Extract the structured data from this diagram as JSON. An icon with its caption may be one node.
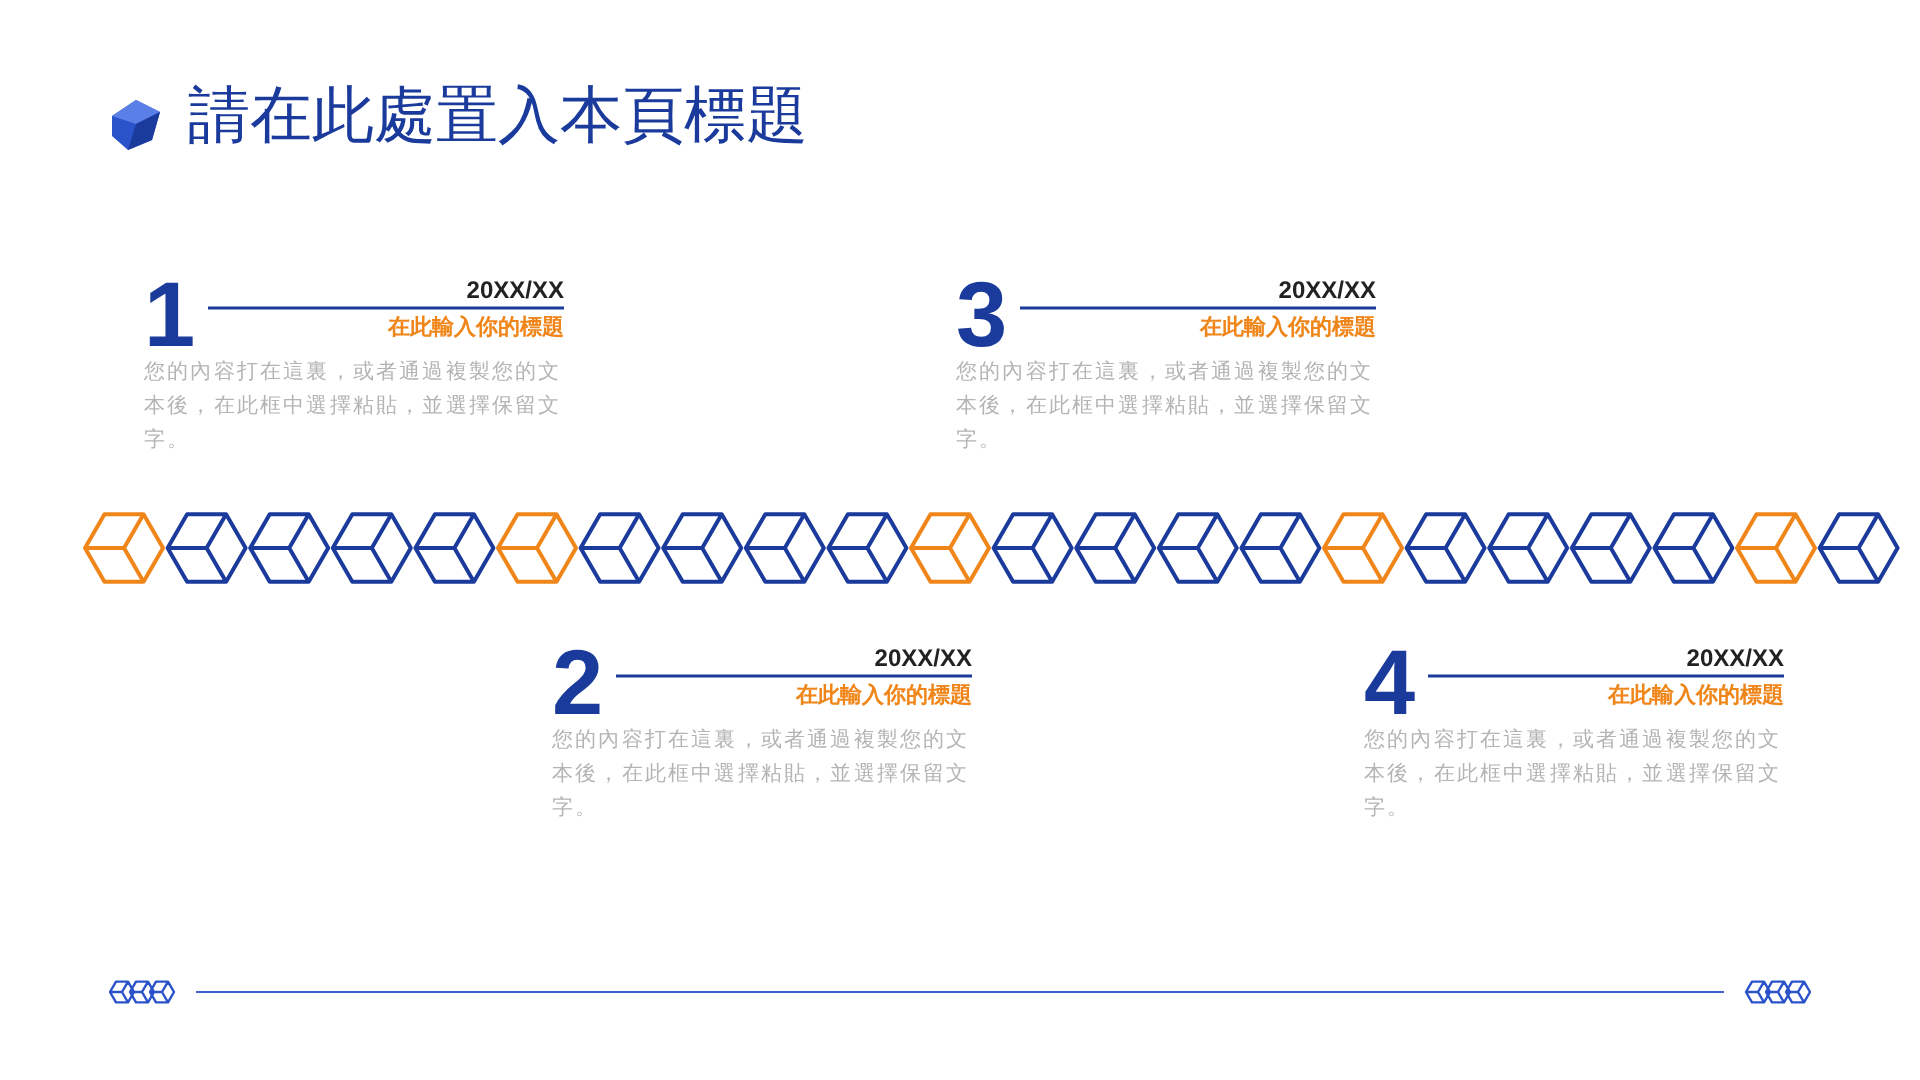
{
  "diagram": {
    "title": "請在此處置入本頁標題",
    "labels": [
      "1",
      "20XX/XX",
      "在此輸入你的標題",
      "您的內容打在這裏，或者通過複製您的文本後，在此框中選擇粘貼，並選擇保留文字。",
      "3",
      "20XX/XX",
      "在此輸入你的標題",
      "您的內容打在這裏，或者通過複製您的文本後，在此框中選擇粘貼，並選擇保留文字。",
      "2",
      "20XX/XX",
      "在此輸入你的標題",
      "您的內容打在這裏，或者通過複製您的文本後，在此框中選擇粘貼，並選擇保留文字。",
      "4",
      "20XX/XX",
      "在此輸入你的標題",
      "您的內容打在這裏，或者通過複製您的文本後，在此框中選擇粘貼，並選擇保留文字。"
    ]
  }
}
